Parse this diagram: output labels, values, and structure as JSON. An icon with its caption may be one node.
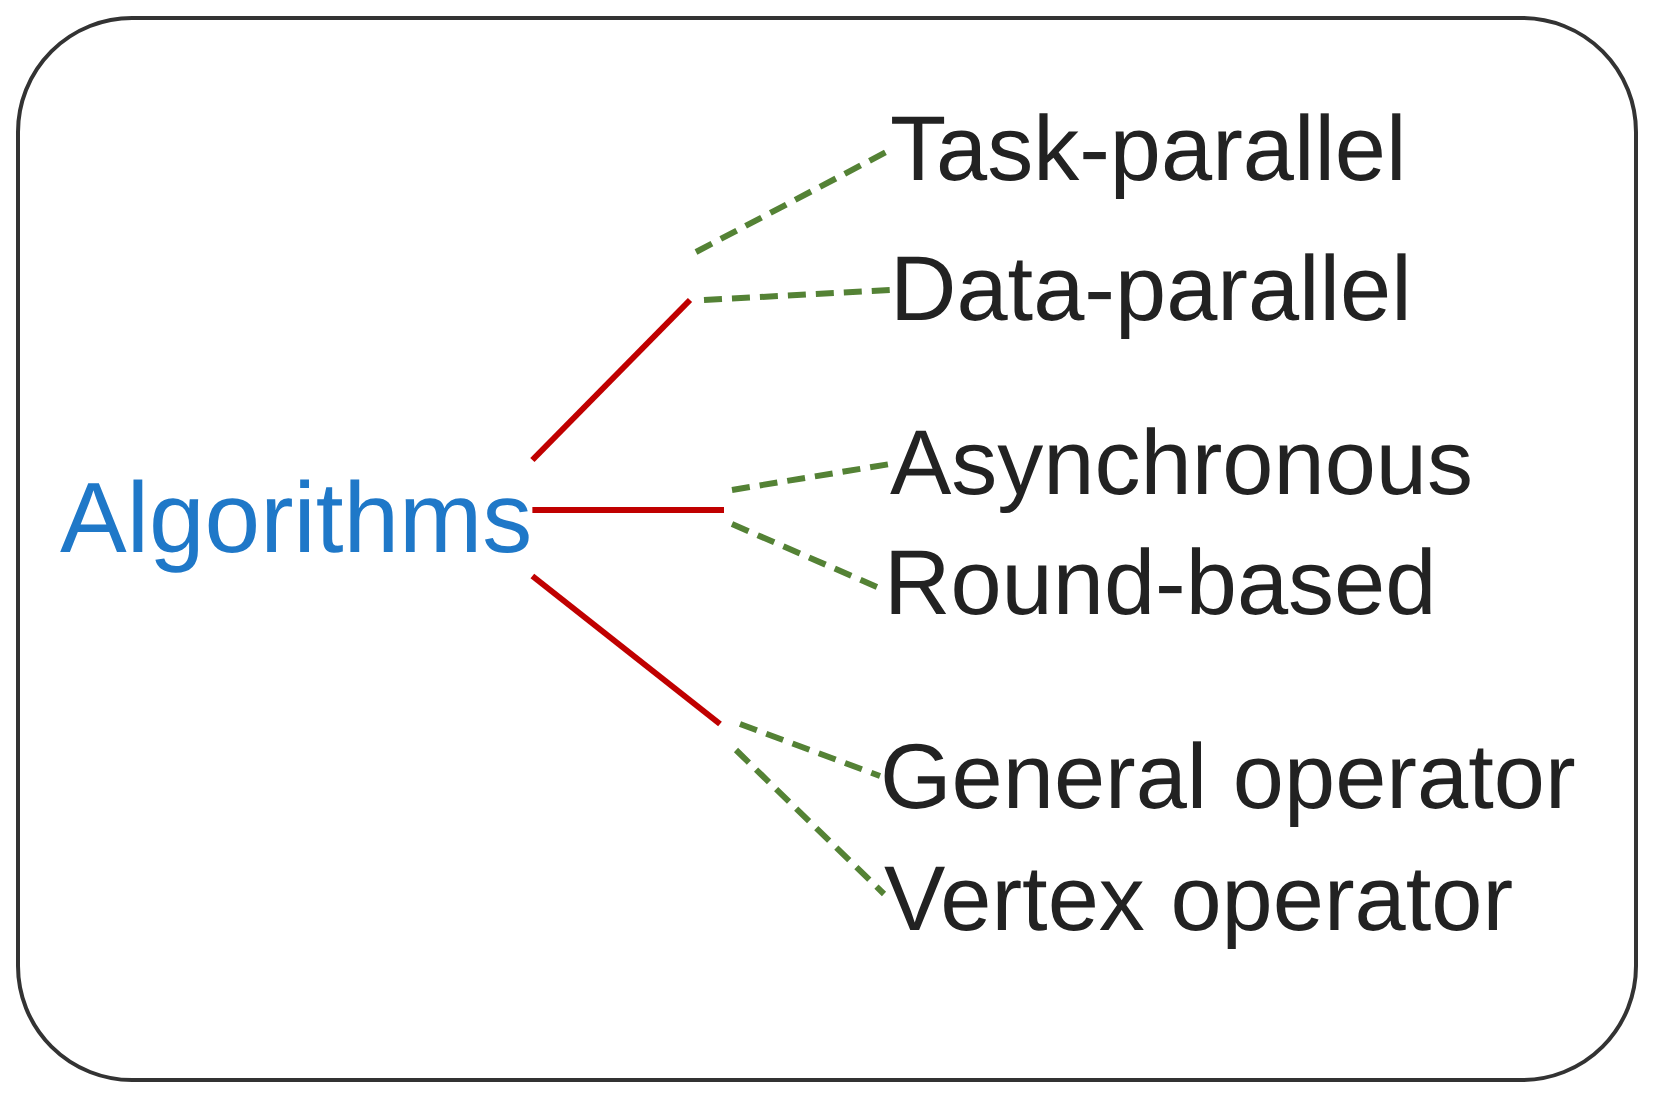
{
  "diagram": {
    "nodes": [
      {
        "text": [],
        "shape": "box"
      },
      {
        "text": [
          "Algorithms"
        ],
        "in": 0
      },
      {
        "text": [
          "Task-parallel"
        ],
        "in": 0
      },
      {
        "text": [
          "Data-parallel"
        ],
        "in": 0
      },
      {
        "text": [
          "Asynchronous"
        ],
        "in": 0
      },
      {
        "text": [
          "Round-based"
        ],
        "in": 0
      },
      {
        "text": [
          "General operator"
        ],
        "in": 0
      },
      {
        "text": [
          "Vertex operator"
        ],
        "in": 0
      }
    ],
    "edges": [
      {
        "from": 1,
        "to": null,
        "arrow": "none",
        "color": "#c00000"
      },
      {
        "from": 1,
        "to": null,
        "arrow": "none",
        "color": "#c00000"
      },
      {
        "from": 1,
        "to": null,
        "arrow": "none",
        "color": "#c00000"
      },
      {
        "from": null,
        "to": 2,
        "arrow": "none",
        "style": "dashed",
        "color": "#548235"
      },
      {
        "from": null,
        "to": 3,
        "arrow": "none",
        "style": "dashed",
        "color": "#548235"
      },
      {
        "from": null,
        "to": 4,
        "arrow": "none",
        "style": "dashed",
        "color": "#548235"
      },
      {
        "from": null,
        "to": 5,
        "arrow": "none",
        "style": "dashed",
        "color": "#548235"
      },
      {
        "from": null,
        "to": 6,
        "arrow": "none",
        "style": "dashed",
        "color": "#548235"
      },
      {
        "from": null,
        "to": 7,
        "arrow": "none",
        "style": "dashed",
        "color": "#548235"
      }
    ]
  }
}
